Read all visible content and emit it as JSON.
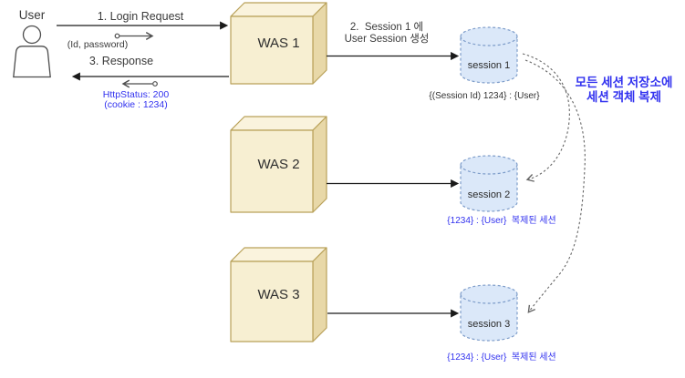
{
  "diagram_title": "WAS session replication diagram",
  "user": {
    "label": "User"
  },
  "flows": {
    "login": {
      "title": "1. Login Request",
      "detail": "(Id, password)"
    },
    "response": {
      "title": "3. Response",
      "status": "HttpStatus: 200",
      "cookie": "(cookie : 1234)"
    },
    "create": {
      "line1": "2.  Session 1 에",
      "line2": "User Session 생성"
    }
  },
  "was_nodes": [
    {
      "label": "WAS 1"
    },
    {
      "label": "WAS 2"
    },
    {
      "label": "WAS 3"
    }
  ],
  "sessions": [
    {
      "label": "session 1",
      "caption": "{(Session Id) 1234} : {User}"
    },
    {
      "label": "session 2",
      "caption": "{1234} : {User}  복제된 세션"
    },
    {
      "label": "session 3",
      "caption": "{1234} : {User}  복제된 세션"
    }
  ],
  "note": {
    "line1": "모든 세션 저장소에",
    "line2": "세션 객체 복제"
  },
  "colors": {
    "blue_text": "#3232ef",
    "cube_front": "#f7efd2",
    "cube_top": "#faf3dd",
    "cube_side": "#e8d8a8",
    "cube_stroke": "#b9a159",
    "cylinder_fill": "#dbe8f9",
    "cylinder_stroke": "#7d9cc9",
    "arrow": "#1a1a1a",
    "dashed_arrow": "#666666",
    "text": "#3a3a3a"
  }
}
